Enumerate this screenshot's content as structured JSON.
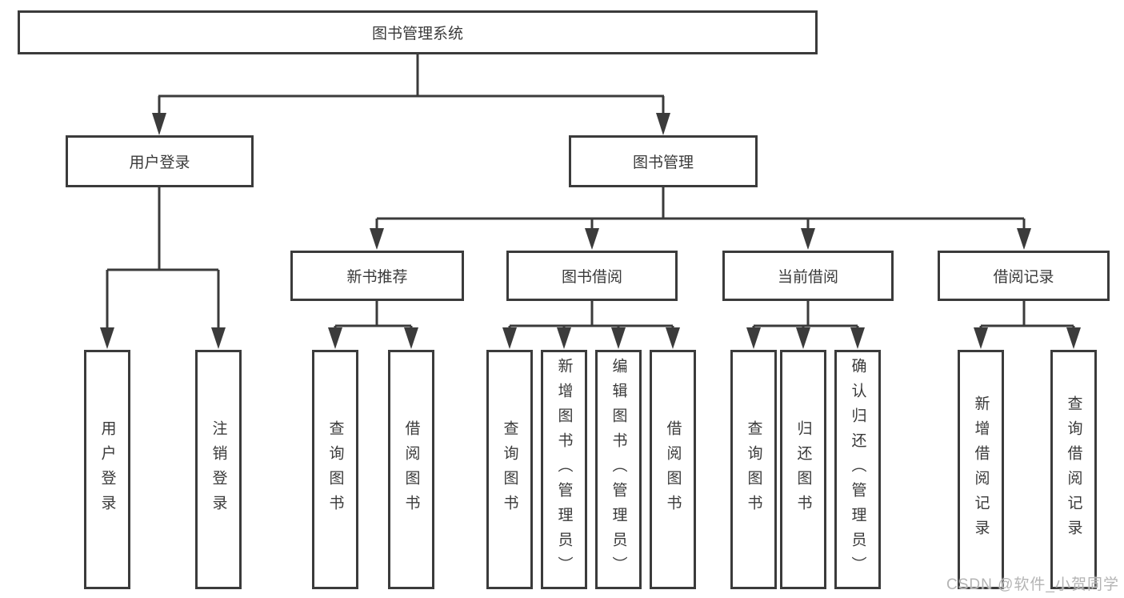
{
  "tree": {
    "root": {
      "label": "图书管理系统"
    },
    "level1": [
      {
        "label": "用户登录",
        "children": [
          "用户登录",
          "注销登录"
        ]
      },
      {
        "label": "图书管理"
      }
    ],
    "level2": [
      {
        "label": "新书推荐",
        "children": [
          "查询图书",
          "借阅图书"
        ]
      },
      {
        "label": "图书借阅",
        "children": [
          "查询图书",
          "新增图书（管理员）",
          "编辑图书（管理员）",
          "借阅图书"
        ]
      },
      {
        "label": "当前借阅",
        "children": [
          "查询图书",
          "归还图书",
          "确认归还（管理员）"
        ]
      },
      {
        "label": "借阅记录",
        "children": [
          "新增借阅记录",
          "查询借阅记录"
        ]
      }
    ]
  },
  "watermark": "CSDN @软件_小贺同学",
  "colors": {
    "line": "#3b3b3b",
    "text": "#3a3a3a",
    "watermark": "#b4b4b4",
    "background": "#ffffff"
  }
}
